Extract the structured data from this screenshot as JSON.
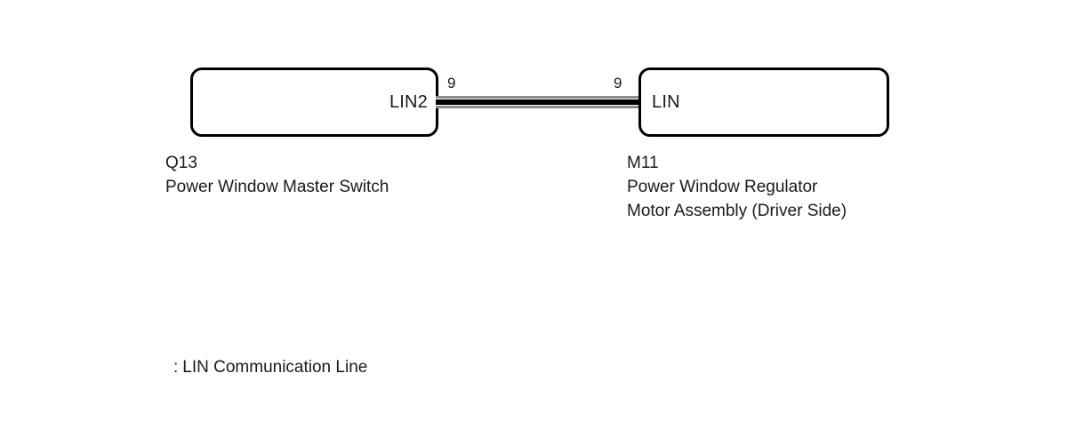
{
  "diagram": {
    "type": "wiring-diagram",
    "background_color": "#ffffff",
    "line_color": "#000000",
    "line_shadow_color": "#8c8c8c",
    "text_color": "#1a1a1a"
  },
  "components": [
    {
      "id": "Q13",
      "name": "Power Window Master Switch",
      "terminal_label": "LIN2",
      "pin_number": "9"
    },
    {
      "id": "M11",
      "name_line1": "Power Window Regulator",
      "name_line2": "Motor Assembly (Driver Side)",
      "terminal_label": "LIN",
      "pin_number": "9"
    }
  ],
  "connection": {
    "name": "LIN Communication Line",
    "from": "Q13 LIN2 pin 9",
    "to": "M11 LIN pin 9"
  },
  "legend": {
    "separator": ":",
    "label": "LIN Communication Line"
  }
}
